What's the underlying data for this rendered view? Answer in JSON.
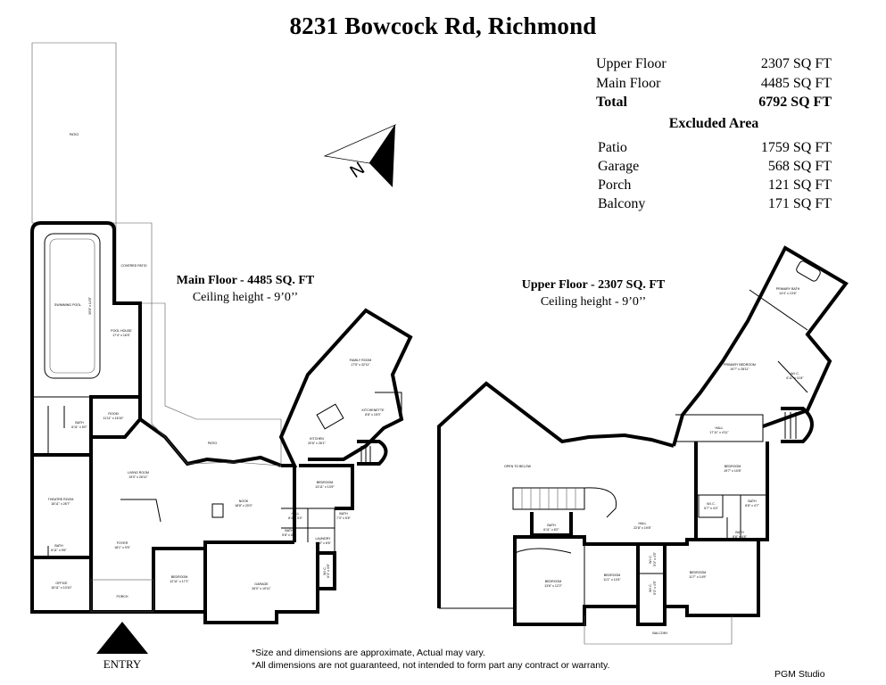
{
  "title": "8231 Bowcock Rd, Richmond",
  "areas": {
    "rows": [
      {
        "label": "Upper Floor",
        "value": "2307 SQ FT"
      },
      {
        "label": "Main Floor",
        "value": "4485 SQ FT"
      },
      {
        "label": "Total",
        "value": "6792 SQ FT"
      }
    ],
    "excluded_heading": "Excluded Area",
    "excluded": [
      {
        "label": "Patio",
        "value": "1759 SQ FT"
      },
      {
        "label": "Garage",
        "value": "568 SQ FT"
      },
      {
        "label": "Porch",
        "value": "121 SQ FT"
      },
      {
        "label": "Balcony",
        "value": "171 SQ FT"
      }
    ]
  },
  "compass": {
    "letter": "N"
  },
  "main_floor": {
    "title": "Main Floor - 4485 SQ. FT",
    "ceiling": "Ceiling height - 9’0’’",
    "rooms": {
      "patio_top": "PATIO",
      "pool": "SWIMMING POOL",
      "pool_dim": "39'8\" x 14'8\"",
      "covered_patio": "COVERED PATIO",
      "pool_house": "POOL HOUSE",
      "pool_house_dim": "17'4\" x 16'5\"",
      "room": "ROOM",
      "room_dim": "11'11\" x 16'10\"",
      "bath1": "BATH",
      "bath1_dim": "6'11\" x 5'0\"",
      "patio_mid": "PATIO",
      "living": "LIVING ROOM",
      "living_dim": "19'0\" x 26'11\"",
      "theatre": "THEATRE ROOM",
      "theatre_dim": "18'11\" x 26'7\"",
      "foyer": "FOYER",
      "foyer_dim": "18'1\" x 9'5\"",
      "bath2": "BATH",
      "bath2_dim": "6'11\" x 9'6\"",
      "office": "OFFICE",
      "office_dim": "16'11\" x 10'10\"",
      "porch": "PORCH",
      "bedroom1": "BEDROOM",
      "bedroom1_dim": "12'11\" x 17'1\"",
      "garage": "GARAGE",
      "garage_dim": "26'0\" x 19'11\"",
      "nook": "NOOK",
      "nook_dim": "18'8\" x 20'0\"",
      "family": "FAMILY ROOM",
      "family_dim": "17'5\" x 32'11\"",
      "kitchenette": "KITCHENETTE",
      "kitchenette_dim": "8'8\" x 15'0\"",
      "kitchen": "KITCHEN",
      "kitchen_dim": "20'6\" x 26'1\"",
      "bedroom2": "BEDROOM",
      "bedroom2_dim": "13'11\" x 13'9\"",
      "hall": "HALL",
      "hall_dim": "8'4\" x 3'4\"",
      "bath3": "BATH",
      "bath3_dim": "7'3\" x 5'6\"",
      "bath4": "BATH",
      "bath4_dim": "5'8\" x 6'0\"",
      "laundry": "LAUNDRY",
      "laundry_dim": "13'0\" x 6'6\"",
      "wic": "W.I.C.",
      "wic_dim": "6'3\" x 3'8\""
    }
  },
  "upper_floor": {
    "title": "Upper Floor - 2307 SQ. FT",
    "ceiling": "Ceiling height - 9’0’’",
    "rooms": {
      "open": "OPEN TO BELOW",
      "primary_bath": "PRIMARY BATH",
      "primary_bath_dim": "14'4\" x 13'6\"",
      "primary_bed": "PRIMARY BEDROOM",
      "primary_bed_dim": "19'7\" x 28'11\"",
      "wic": "W.I.C.",
      "wic_dim": "6'11\" x 11'8\"",
      "hall1": "HALL",
      "hall1_dim": "17'11\" x 4'11\"",
      "bedroom1": "BEDROOM",
      "bedroom1_dim": "19'7\" x 10'8\"",
      "wic2": "W.I.C.",
      "wic2_dim": "5'7\" x 4'4\"",
      "bath1": "BATH",
      "bath1_dim": "8'8\" x 4'7\"",
      "bath2": "BATH",
      "bath2_dim": "8'8\" x 4'8\"",
      "hall2": "HALL",
      "hall2_dim": "22'8\" x 19'8\"",
      "bath3": "BATH",
      "bath3_dim": "6'11\" x 8'2\"",
      "bedroom2": "BEDROOM",
      "bedroom2_dim": "13'6\" x 12'2\"",
      "bedroom3": "BEDROOM",
      "bedroom3_dim": "11'1\" x 10'4\"",
      "wic3": "W.I.C.",
      "wic3_dim": "5'3\" x 4'5\"",
      "wic4": "W.I.C.",
      "wic4_dim": "5'3\" x 4'5\"",
      "bedroom4": "BEDROOM",
      "bedroom4_dim": "11'7\" x 14'9\"",
      "balcony": "BALCONY"
    }
  },
  "entry_label": "ENTRY",
  "disclaimer": [
    "*Size and dimensions are approximate, Actual may vary.",
    "*All dimensions are not guaranteed, not intended to form part any contract or warranty."
  ],
  "studio": "PGM Studio"
}
